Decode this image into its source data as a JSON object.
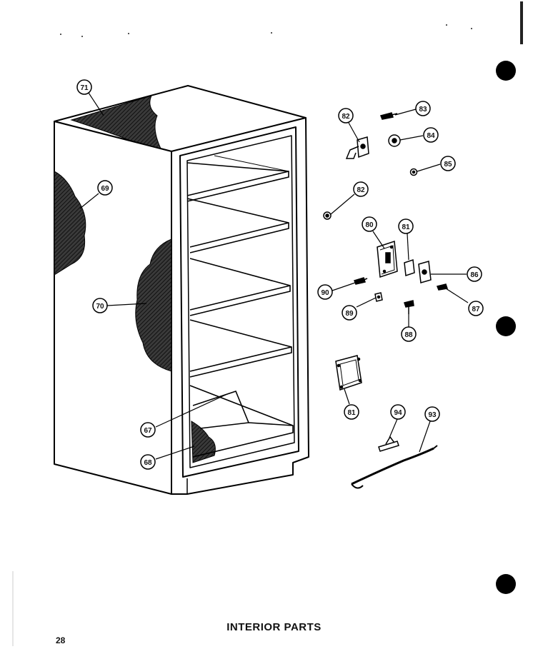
{
  "caption": "INTERIOR PARTS",
  "page_number": "28",
  "callouts": {
    "c71": "71",
    "c69": "69",
    "c70": "70",
    "c67": "67",
    "c68": "68",
    "c82a": "82",
    "c83a": "83",
    "c84": "84",
    "c85": "85",
    "c82b": "82",
    "c80": "80",
    "c81a": "81",
    "c86": "86",
    "c87": "87",
    "c90": "90",
    "c89": "89",
    "c88": "88",
    "c81b": "81",
    "c94": "94",
    "c93": "93"
  }
}
